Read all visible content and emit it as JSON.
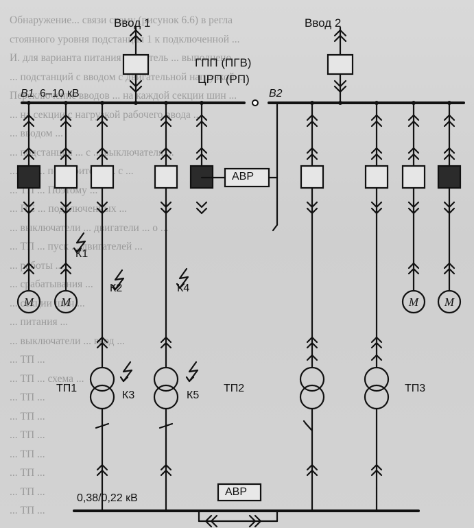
{
  "background_text": [
    "Обнаружение... связи схему (рисунок 6.6) в регла",
    "стоянного уровня подстанция 1 к подключенной ...",
    "И. для варианта питания двигатель ... выполнено",
    "... подстанций с вводом с двигательной нагрузкой ...",
    "Переключение вводов ... на каждой секции шин ...",
    "... на секции с нагрузкой рабочего ввода ...",
    "... вводом ...",
    "... подстанция ... с ... выключателя ...",
    "... ТП ... потребители ... с ...",
    "... ТП ... Поэтому ...",
    "... ПС ... подключенных ...",
    "... выключатели ... двигатели ... о ...",
    "... ТП ... пуск ... двигателей ...",
    "... работы ...",
    "... срабатывания ...",
    "... секции шин ...",
    "... питания ...",
    "... выключатели ... ввод ...",
    "... ТП ... ",
    "... ТП ... схема ...",
    "... ТП ... ",
    "... ТП ... ",
    "... ТП ... ",
    "... ТП ... ",
    "... ТП ... ",
    "... ТП ...",
    "... ТП ..."
  ],
  "labels": {
    "vvod1": "Ввод 1",
    "vvod2": "Ввод 2",
    "gpp": "ГПП (ПГВ)",
    "crp": "ЦРП (РП)",
    "b1": "В1",
    "voltage_hv": "6–10 кВ",
    "b2": "В2",
    "avr_top": "АВР",
    "avr_bottom": "АВР",
    "k1": "К1",
    "k2": "К2",
    "k3": "К3",
    "k4": "К4",
    "k5": "К5",
    "tp1": "ТП1",
    "tp2": "ТП2",
    "tp3": "ТП3",
    "voltage_lv": "0,38/0,22 кВ",
    "motor": "М"
  }
}
